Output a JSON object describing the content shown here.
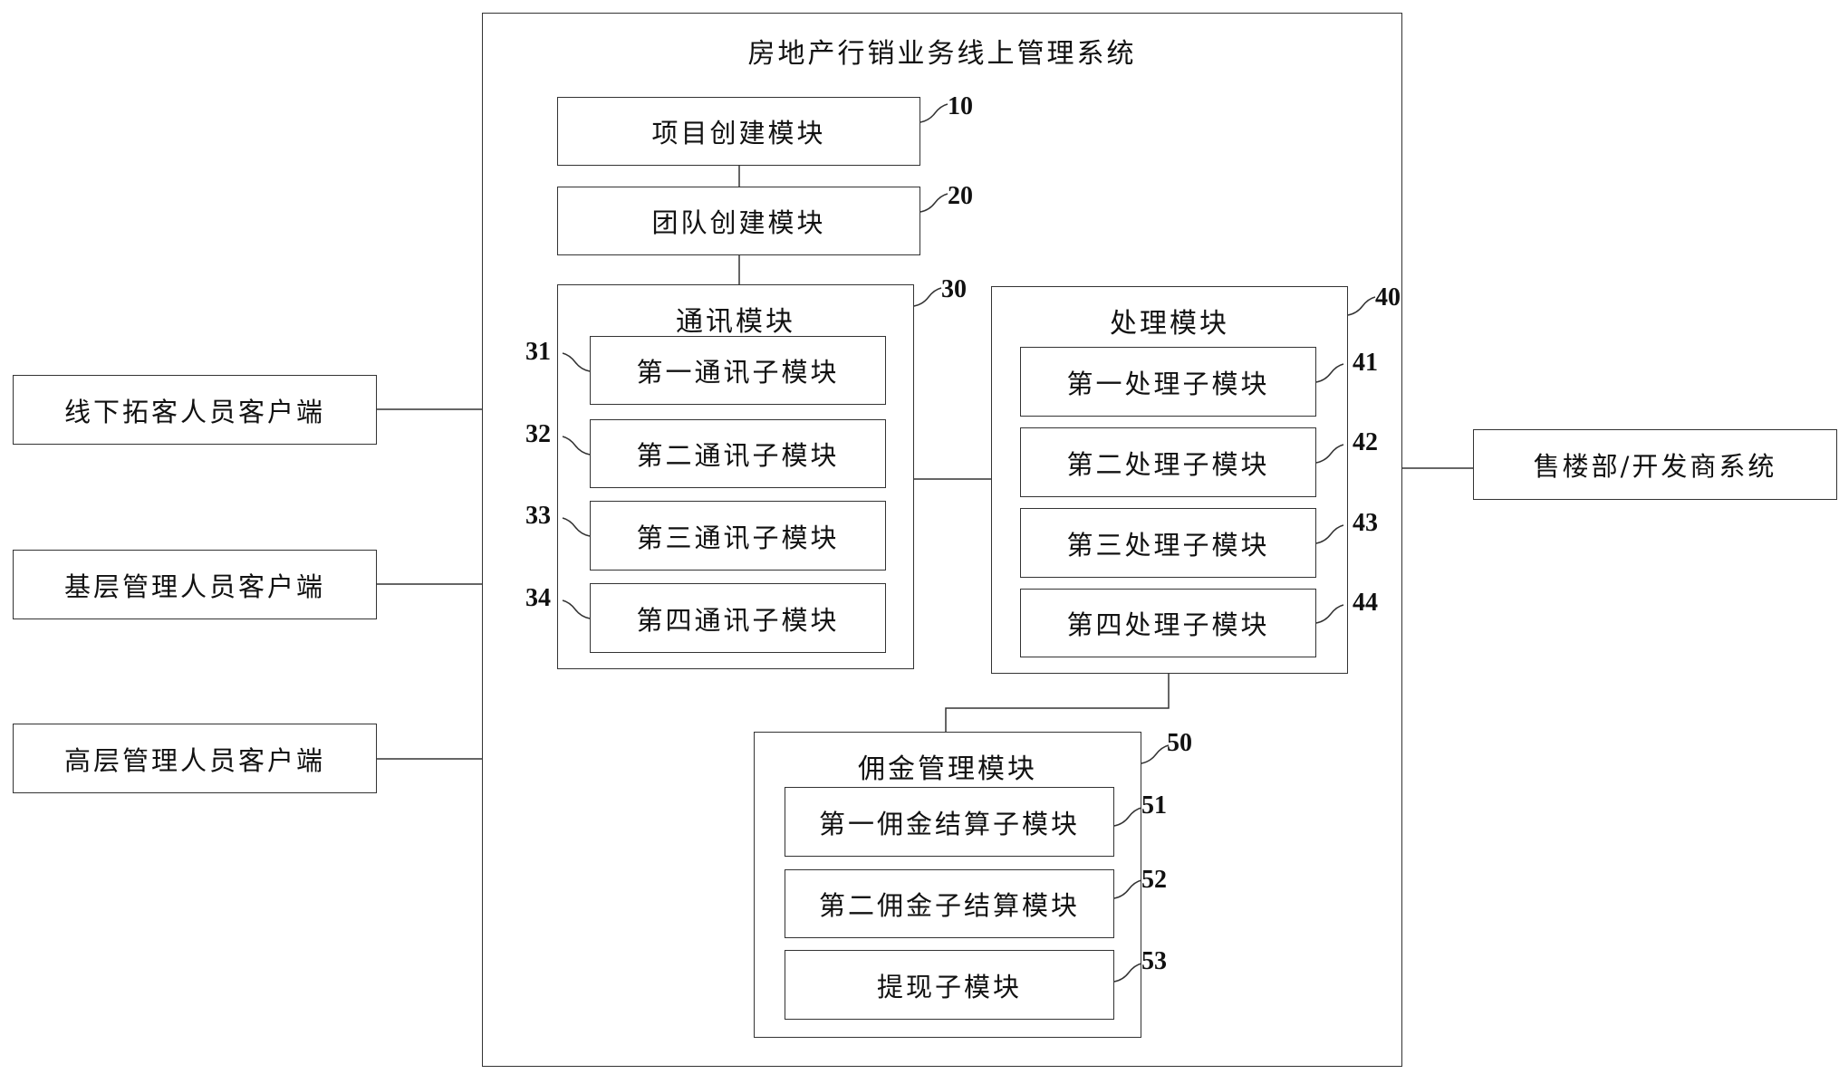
{
  "system": {
    "title": "房地产行销业务线上管理系统"
  },
  "clients": [
    {
      "label": "线下拓客人员客户端"
    },
    {
      "label": "基层管理人员客户端"
    },
    {
      "label": "高层管理人员客户端"
    }
  ],
  "external": {
    "label": "售楼部/开发商系统"
  },
  "modules": {
    "project": {
      "label": "项目创建模块",
      "num": "10"
    },
    "team": {
      "label": "团队创建模块",
      "num": "20"
    },
    "comm": {
      "title": "通讯模块",
      "num": "30",
      "subs": [
        {
          "label": "第一通讯子模块",
          "num": "31"
        },
        {
          "label": "第二通讯子模块",
          "num": "32"
        },
        {
          "label": "第三通讯子模块",
          "num": "33"
        },
        {
          "label": "第四通讯子模块",
          "num": "34"
        }
      ]
    },
    "proc": {
      "title": "处理模块",
      "num": "40",
      "subs": [
        {
          "label": "第一处理子模块",
          "num": "41"
        },
        {
          "label": "第二处理子模块",
          "num": "42"
        },
        {
          "label": "第三处理子模块",
          "num": "43"
        },
        {
          "label": "第四处理子模块",
          "num": "44"
        }
      ]
    },
    "commission": {
      "title": "佣金管理模块",
      "num": "50",
      "subs": [
        {
          "label": "第一佣金结算子模块",
          "num": "51"
        },
        {
          "label": "第二佣金子结算模块",
          "num": "52"
        },
        {
          "label": "提现子模块",
          "num": "53"
        }
      ]
    }
  }
}
